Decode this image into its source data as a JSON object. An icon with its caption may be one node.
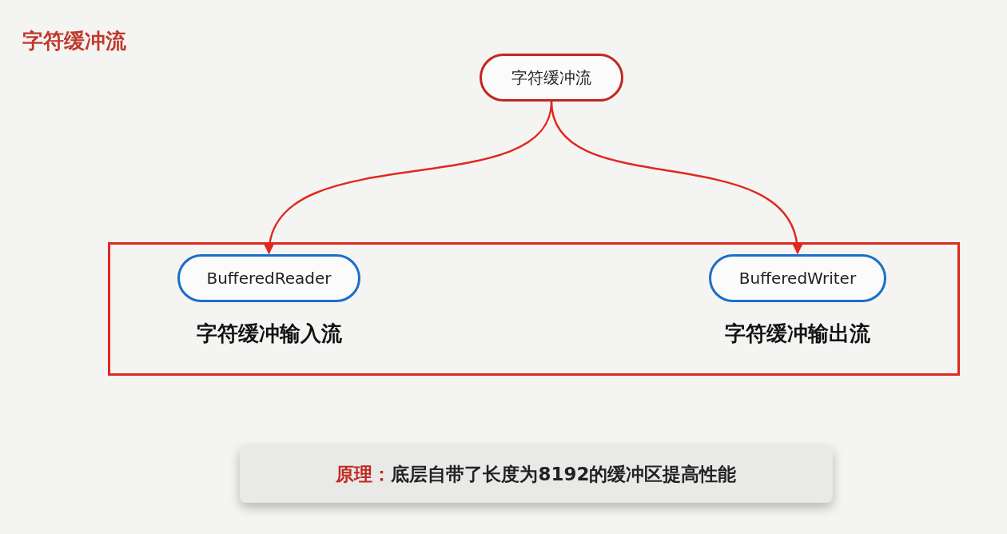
{
  "diagram": {
    "title": "字符缓冲流",
    "nodes": [
      {
        "text": [
          "字符缓冲流"
        ]
      },
      {
        "text": [],
        "shape": "box"
      },
      {
        "text": [
          "BufferedReader"
        ],
        "in": 1,
        "beside": [
          "字符缓冲输入流"
        ]
      },
      {
        "text": [
          "BufferedWriter"
        ],
        "in": 1,
        "beside": [
          "字符缓冲输出流"
        ]
      },
      {
        "text": [
          "原理：",
          "底层自带了长度为8192的缓冲区提高性能"
        ]
      }
    ],
    "edges": [
      {
        "from": 0,
        "to": 2,
        "arrow": "to"
      },
      {
        "from": 0,
        "to": 3,
        "arrow": "to"
      }
    ]
  }
}
